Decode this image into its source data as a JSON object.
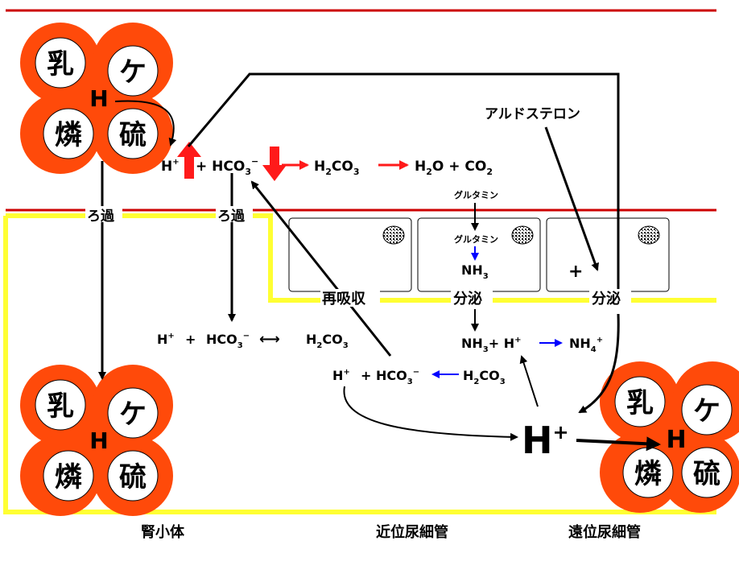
{
  "colors": {
    "acid_orange": "#ff4a0a",
    "red": "#cc0000",
    "bright_red": "#ff1a1a",
    "yellow": "#ffff33",
    "blue": "#0000ff",
    "black": "#000000"
  },
  "acid_cluster": {
    "lactic": "乳",
    "ketone": "ケ",
    "phosphate": "燐",
    "sulfate": "硫",
    "hydrogen": "H"
  },
  "top_reaction": {
    "h_ion": "H",
    "h_charge": "+",
    "plus1": "+ HCO",
    "bicarb_sub": "3",
    "bicarb_sup": "−",
    "carbonic": "H",
    "carbonic_sub1": "2",
    "carbonic_co": "CO",
    "carbonic_sub2": "3",
    "water_co2": "H",
    "water_sub": "2",
    "water_rest": "O + CO",
    "co2_sub": "2"
  },
  "labels": {
    "filtration_left": "ろ過",
    "filtration_mid": "ろ過",
    "reabsorption": "再吸収",
    "secretion_mid": "分泌",
    "secretion_right": "分泌",
    "aldosterone": "アルドステロン",
    "glutamine_1": "グルタミン",
    "glutamine_2": "グルタミン",
    "plus_sign": "+"
  },
  "middle_reaction": {
    "h": "H",
    "h_sup": "+",
    "plus": "+",
    "hco": "HCO",
    "hco_sub": "3",
    "hco_sup": "−",
    "arrow": "⟷",
    "h2": "H",
    "h2_sub": "2",
    "co": "CO",
    "co_sub": "3"
  },
  "nh_reaction": {
    "nh3_top": "NH",
    "nh3_top_sub": "3",
    "nh3": "NH",
    "nh3_sub": "3",
    "plus_h": "+ H",
    "h_sup": "+",
    "nh4": "NH",
    "nh4_sub": "4",
    "nh4_sup": "+"
  },
  "lower_reaction": {
    "h": "H",
    "h_sup": "+",
    "plus_hco": "+ HCO",
    "hco_sub": "3",
    "hco_sup": "−",
    "h2": "H",
    "h2_sub": "2",
    "co": "CO",
    "co_sub": "3"
  },
  "big_h": {
    "h": "H",
    "sup": "+"
  },
  "bottom_labels": {
    "glomerulus": "腎小体",
    "proximal": "近位尿細管",
    "distal": "遠位尿細管"
  }
}
